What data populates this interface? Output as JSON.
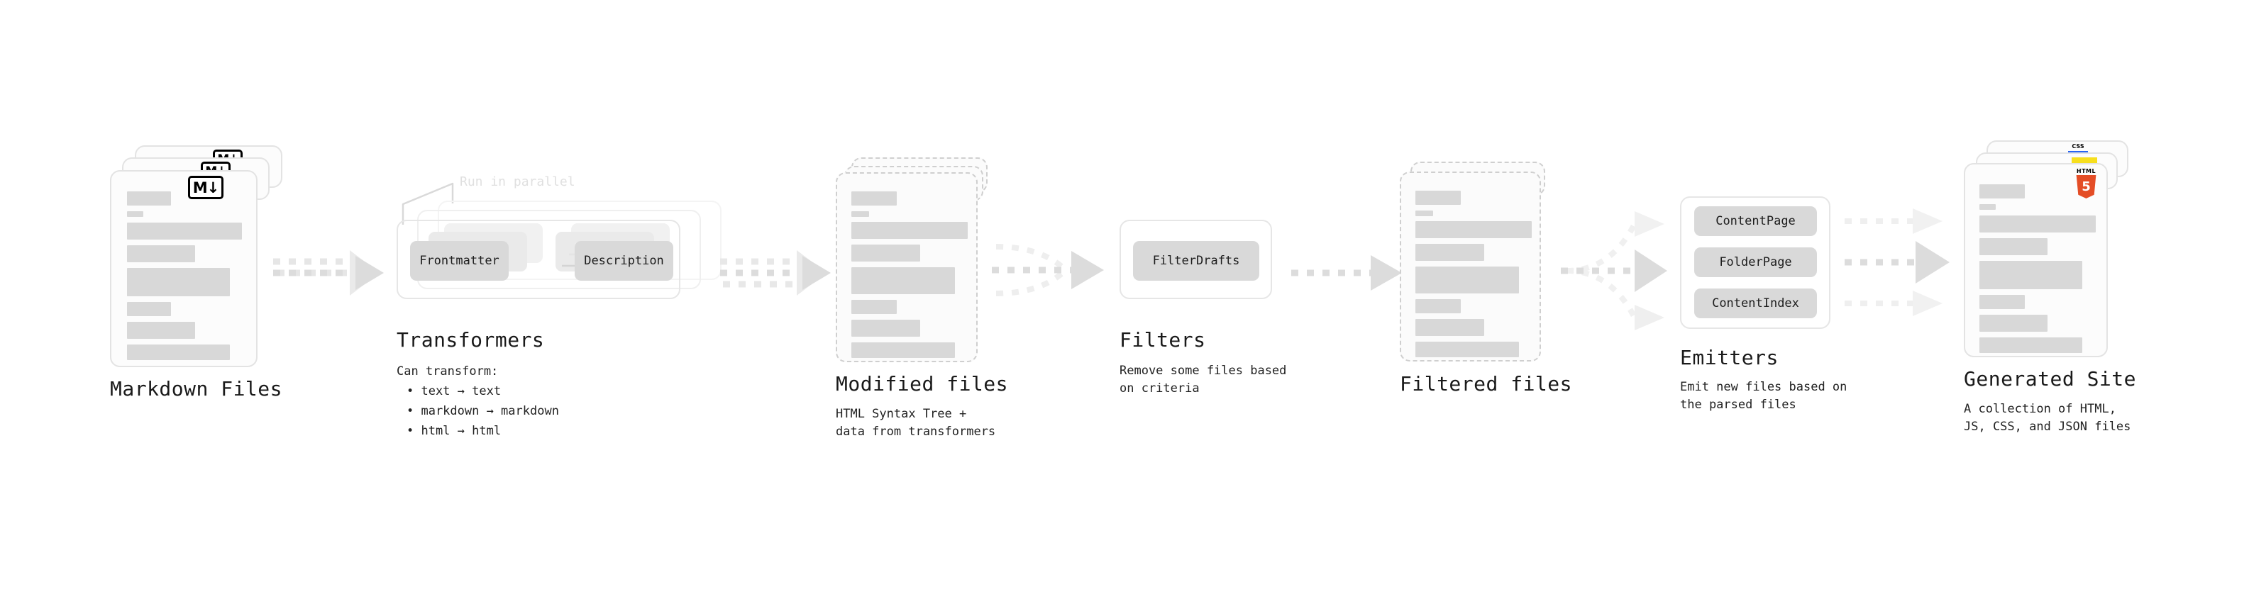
{
  "diagram": {
    "title_font_note": "monospace",
    "stages": [
      {
        "id": "markdown-files",
        "title": "Markdown Files",
        "subtitle": "",
        "badge": "markdown-logo",
        "badge_text": "M",
        "badge_arrow": "↓"
      },
      {
        "id": "transformers",
        "title": "Transformers",
        "callout": "Run in parallel",
        "subtitle_head": "Can transform:",
        "bullets": [
          "• text → text",
          "• markdown → markdown",
          "• html → html"
        ],
        "pills": [
          "Frontmatter",
          "Description"
        ]
      },
      {
        "id": "modified-files",
        "title": "Modified files",
        "subtitle": "HTML Syntax Tree +\ndata from transformers"
      },
      {
        "id": "filters",
        "title": "Filters",
        "subtitle": "Remove some files based\non criteria",
        "pills": [
          "FilterDrafts"
        ]
      },
      {
        "id": "filtered-files",
        "title": "Filtered files",
        "subtitle": ""
      },
      {
        "id": "emitters",
        "title": "Emitters",
        "subtitle": "Emit new files based on\nthe parsed files",
        "pills": [
          "ContentPage",
          "FolderPage",
          "ContentIndex"
        ]
      },
      {
        "id": "generated-site",
        "title": "Generated Site",
        "subtitle": "A collection of HTML,\nJS, CSS, and JSON files",
        "badges": [
          "html5-logo",
          "js-logo",
          "css3-logo"
        ],
        "badge_html_word": "HTML",
        "badge_html_num": "5",
        "badge_css_word": "CSS"
      }
    ],
    "colors": {
      "card_fill": "#fcfcfc",
      "card_border": "#e3e3e3",
      "dashed_border": "#cfcfcf",
      "bar": "#d8d8d8",
      "pill": "#d9d9d9",
      "arrow": "#dcdcdc",
      "text": "#1a1a1a",
      "callout": "#e0e0e0",
      "html5": "#e44d26",
      "js": "#f7df1e",
      "css3": "#2965f1"
    }
  }
}
